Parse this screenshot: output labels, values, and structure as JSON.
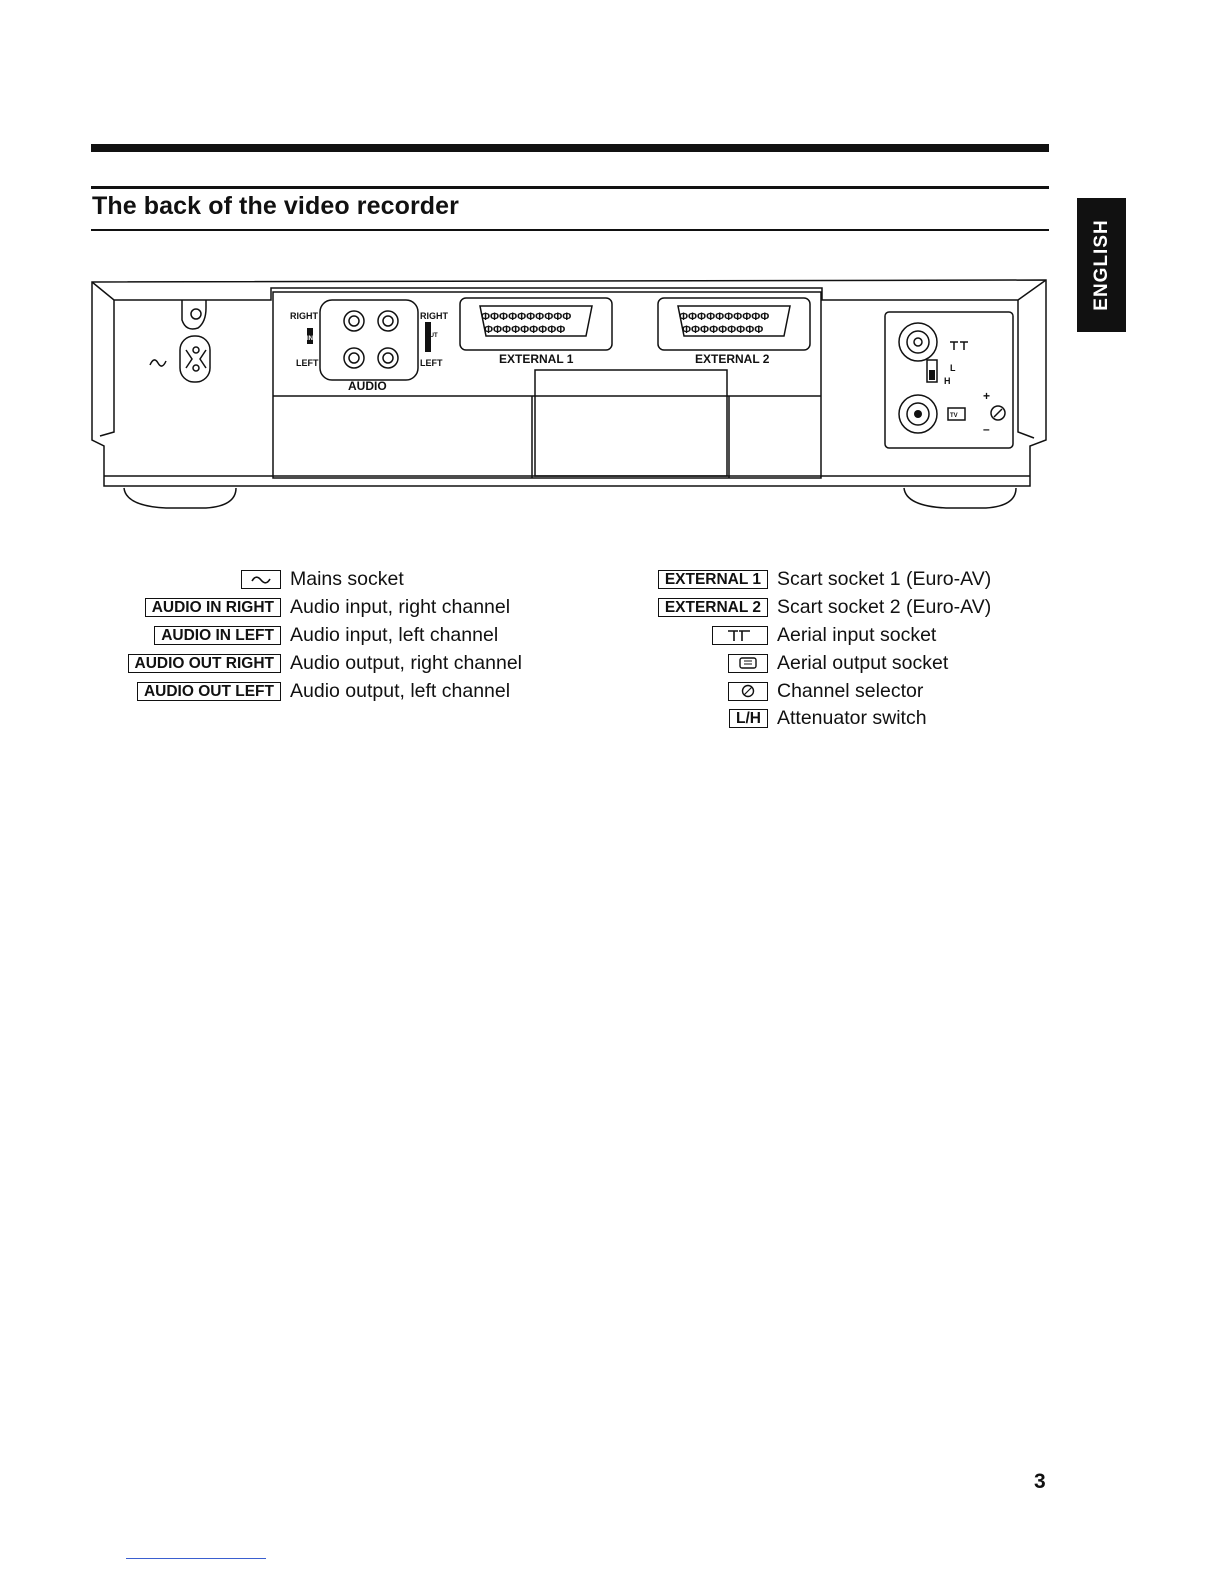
{
  "page": {
    "title": "The back of the video recorder",
    "language_tab": "ENGLISH",
    "page_number": "3"
  },
  "diagram": {
    "labels": {
      "right_in": "RIGHT",
      "left_in": "LEFT",
      "right_out": "RIGHT",
      "left_out": "LEFT",
      "in_vertical": "IN",
      "out_vertical": "OUT",
      "audio": "AUDIO",
      "external1": "EXTERNAL 1",
      "external2": "EXTERNAL 2",
      "switch_l": "L",
      "switch_h": "H",
      "tv": "TV",
      "plus": "+",
      "minus": "–"
    }
  },
  "legend_left": [
    {
      "key": "",
      "icon": "mains-wave-icon",
      "description": "Mains socket"
    },
    {
      "key": "AUDIO IN RIGHT",
      "description": "Audio input, right channel"
    },
    {
      "key": "AUDIO IN LEFT",
      "description": "Audio input, left channel"
    },
    {
      "key": "AUDIO OUT RIGHT",
      "description": "Audio output, right channel"
    },
    {
      "key": "AUDIO OUT LEFT",
      "description": "Audio output, left channel"
    }
  ],
  "legend_right": [
    {
      "key": "EXTERNAL 1",
      "description": "Scart socket 1 (Euro-AV)"
    },
    {
      "key": "EXTERNAL 2",
      "description": "Scart socket 2 (Euro-AV)"
    },
    {
      "key": "",
      "icon": "aerial-input-icon",
      "description": "Aerial input socket"
    },
    {
      "key": "",
      "icon": "tv-icon",
      "description": "Aerial output socket"
    },
    {
      "key": "",
      "icon": "channel-knob-icon",
      "description": "Channel selector"
    },
    {
      "key": "L/H",
      "description": "Attenuator switch"
    }
  ]
}
